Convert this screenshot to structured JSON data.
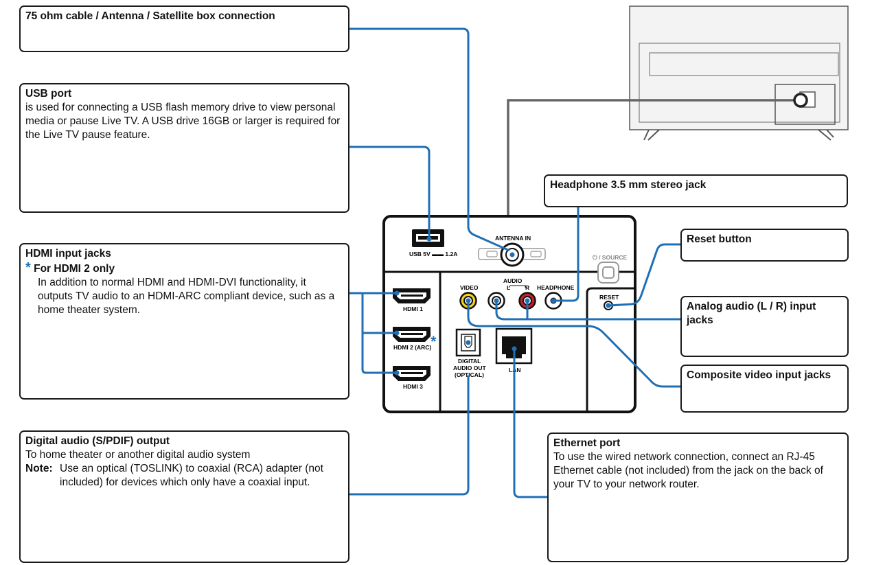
{
  "callouts": {
    "antenna": {
      "title": "75 ohm cable / Antenna / Satellite box connection"
    },
    "usb": {
      "title": "USB port",
      "body": "is used for connecting a USB flash memory drive to view personal media or pause Live TV. A USB drive 16GB or larger is required for the Live TV pause feature."
    },
    "hdmi": {
      "title": "HDMI input jacks",
      "star": "*",
      "subtitle": "For HDMI 2 only",
      "body": "In addition to normal HDMI and HDMI-DVI functionality, it outputs TV audio to an HDMI-ARC compliant device, such as a home theater system."
    },
    "digital_audio": {
      "title": "Digital audio (S/PDIF) output",
      "body": "To home theater or another digital audio system",
      "note_label": "Note:",
      "note_text": "Use an optical (TOSLINK) to coaxial (RCA) adapter (not included) for devices which only have a coaxial input."
    },
    "headphone": {
      "title": "Headphone 3.5 mm stereo jack"
    },
    "reset": {
      "title": "Reset button"
    },
    "analog_audio": {
      "title": "Analog audio (L / R) input jacks"
    },
    "composite": {
      "title": "Composite video input jacks"
    },
    "ethernet": {
      "title": "Ethernet port",
      "body": "To use the wired network connection, connect an RJ-45 Ethernet cable (not included) from the jack on the back of your TV to your network router."
    }
  },
  "panel_labels": {
    "usb": "USB 5V ▬▬ 1.2A",
    "antenna": "ANTENNA IN",
    "source": "⏻ / SOURCE",
    "audio": "AUDIO",
    "audio_l": "L",
    "audio_r": "R",
    "video": "VIDEO",
    "headphone": "HEADPHONE",
    "reset": "RESET",
    "hdmi1": "HDMI 1",
    "hdmi2": "HDMI 2 (ARC)",
    "hdmi3": "HDMI 3",
    "optical_1": "DIGITAL",
    "optical_2": "AUDIO OUT",
    "optical_3": "(OPTICAL)",
    "lan": "LAN"
  },
  "colors": {
    "line_blue": "#1f6fb5",
    "line_gray": "#666666",
    "panel_black": "#111111",
    "jack_yellow": "#f2d21a",
    "jack_red": "#c8202a"
  }
}
